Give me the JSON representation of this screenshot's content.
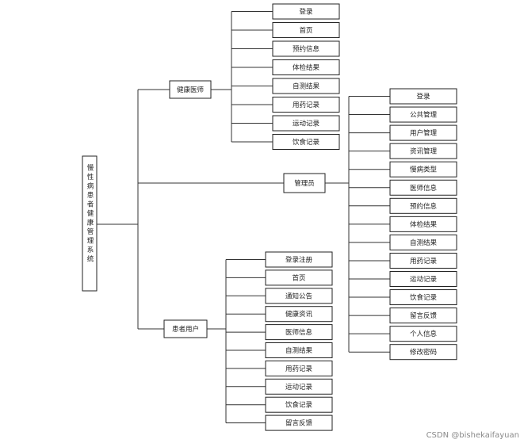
{
  "root": {
    "label": "慢性病患者健康管理系统"
  },
  "branches": [
    {
      "key": "doctor",
      "label": "健康医师",
      "items": [
        "登录",
        "首页",
        "预约信息",
        "体检结果",
        "自测结果",
        "用药记录",
        "运动记录",
        "饮食记录"
      ]
    },
    {
      "key": "admin",
      "label": "管理员",
      "items": [
        "登录",
        "公共管理",
        "用户管理",
        "资讯管理",
        "慢病类型",
        "医师信息",
        "预约信息",
        "体检结果",
        "自测结果",
        "用药记录",
        "运动记录",
        "饮食记录",
        "留言反馈",
        "个人信息",
        "修改密码"
      ]
    },
    {
      "key": "patient",
      "label": "患者用户",
      "items": [
        "登录注册",
        "首页",
        "通知公告",
        "健康资讯",
        "医师信息",
        "自测结果",
        "用药记录",
        "运动记录",
        "饮食记录",
        "留言反馈"
      ]
    }
  ],
  "watermark": "CSDN @bishekaifayuan",
  "colors": {
    "line": "#333333",
    "border": "#222222",
    "text": "#222222",
    "watermark": "#8a8a8a"
  }
}
